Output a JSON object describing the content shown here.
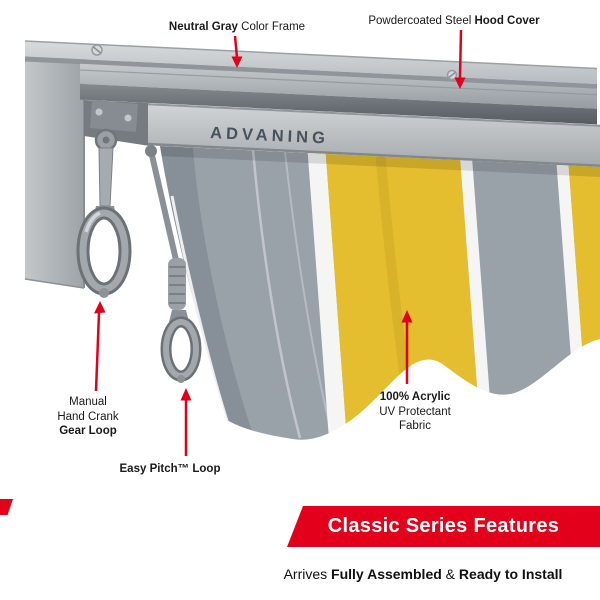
{
  "colors": {
    "accent_red": "#e2001a",
    "fabric_yellow": "#e4be2e",
    "fabric_gray": "#99a1a9",
    "frame_gray": "#b5babe",
    "logo_gray": "#47525c"
  },
  "brand": {
    "logo": "ADVANING"
  },
  "callouts": {
    "frame": {
      "bold": "Neutral Gray",
      "rest": " Color Frame"
    },
    "hood": {
      "rest": "Powdercoated Steel ",
      "bold": "Hood Cover"
    },
    "crank": {
      "line1": "Manual",
      "line2": "Hand Crank",
      "line3_bold": "Gear Loop"
    },
    "pitch": {
      "bold": "Easy Pitch™ Loop"
    },
    "fabric": {
      "line1_bold": "100% Acrylic",
      "line2": "UV Protectant",
      "line3": "Fabric"
    }
  },
  "banner": {
    "title": "Classic Series Features"
  },
  "footer": {
    "pre": "Arrives ",
    "bold1": "Fully Assembled",
    "amp": " & ",
    "bold2": "Ready to Install"
  }
}
